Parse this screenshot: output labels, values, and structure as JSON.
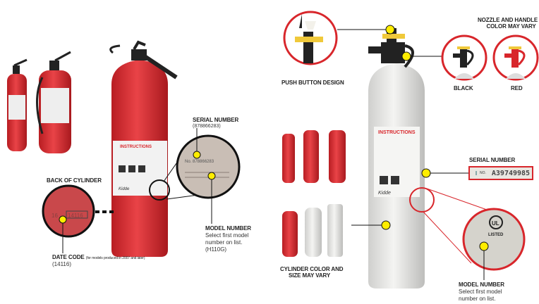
{
  "left": {
    "back_of_cylinder": "BACK OF CYLINDER",
    "date_code_title": "DATE CODE",
    "date_code_note": "(for models produced in 2007 and later)",
    "date_code_value": "(14116)",
    "date_code_stamp": "14116",
    "serial_title": "SERIAL NUMBER",
    "serial_value": "(878866283)",
    "model_title": "MODEL NUMBER",
    "model_desc": "Select first model number on list. (H110G)",
    "label_heading": "INSTRUCTIONS",
    "brand": "Kidde"
  },
  "right": {
    "push_button": "PUSH BUTTON DESIGN",
    "nozzle_title_1": "NOZZLE AND HANDLE",
    "nozzle_title_2": "COLOR MAY VARY",
    "black": "BLACK",
    "red": "RED",
    "serial_title": "SERIAL NUMBER",
    "serial_prefix": "NO.",
    "serial_value": "A39749985",
    "model_title": "MODEL NUMBER",
    "model_desc": "Select first model number on list.",
    "cylinder_1": "CYLINDER COLOR AND",
    "cylinder_2": "SIZE MAY VARY",
    "label_heading": "INSTRUCTIONS",
    "brand": "Kidde",
    "ul": "UL",
    "listed": "LISTED"
  },
  "colors": {
    "red": "#d8262b",
    "extinguisher_red": "#d42a2f",
    "white_body": "#e6e6e4",
    "callout_dot": "#ffed00"
  }
}
